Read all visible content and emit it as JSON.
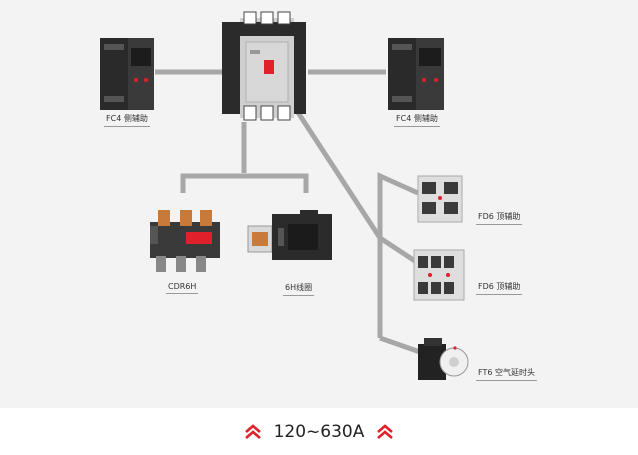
{
  "colors": {
    "background": "#f3f3f3",
    "connector": "#a7a7a7",
    "accent_red": "#e0202a",
    "module_dark": "#2b2b2b",
    "contactor_gray": "#c9c9c9"
  },
  "components": {
    "aux_left_label": "FC4 侧辅助",
    "aux_right_label": "FC4 侧辅助",
    "relay_label": "CDR6H",
    "coil_label": "6H线圈",
    "top_aux_1_label": "FD6 顶辅助",
    "top_aux_2_label": "FD6 顶辅助",
    "timer_label": "FT6 空气延时头"
  },
  "footer": {
    "range": "120~630A",
    "left_icon": "double-chevron-up-icon",
    "right_icon": "double-chevron-up-icon"
  }
}
